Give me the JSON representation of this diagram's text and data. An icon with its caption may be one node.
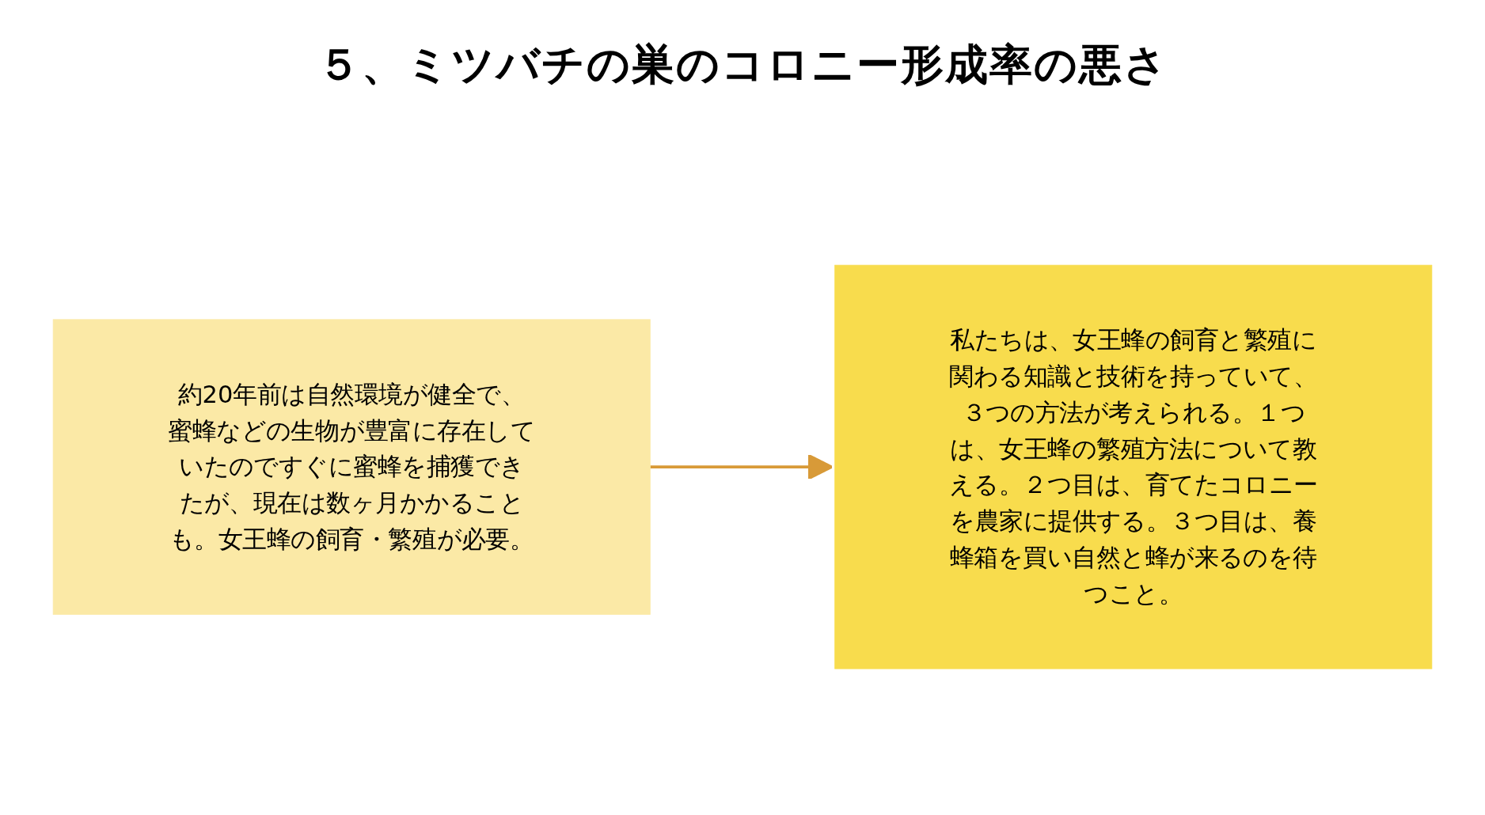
{
  "diagram": {
    "title": "５、ミツバチの巣のコロニー形成率の悪さ",
    "nodes": [
      {
        "text": [
          "約20年前は自然環境が健全で、蜜蜂などの生物が豊富に存在していたのですぐに蜜蜂を捕獲できたが、現在は数ヶ月かかることも。女王蜂の飼育・繁殖が必要。"
        ]
      },
      {
        "text": [
          "私たちは、女王蜂の飼育と繁殖に関わる知識と技術を持っていて、３つの方法が考えられる。１つは、女王蜂の繁殖方法について教える。２つ目は、育てたコロニーを農家に提供する。３つ目は、養蜂箱を買い自然と蜂が来るのを待つこと。"
        ]
      }
    ],
    "edges": [
      {
        "from": 0,
        "to": 1,
        "arrow": "to"
      }
    ]
  }
}
